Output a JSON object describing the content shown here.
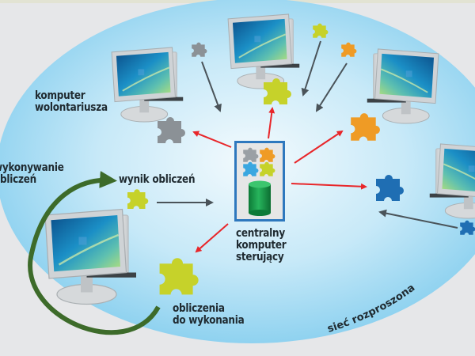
{
  "diagram": {
    "title": "Distributed computing (volunteer computing) scheme",
    "labels": {
      "volunteer_computer": [
        "komputer",
        "wolontariusza"
      ],
      "performing_computations": [
        "wykonywanie",
        "obliczeń"
      ],
      "computation_result": "wynik obliczeń",
      "central_computer": [
        "centralny",
        "komputer",
        "sterujący"
      ],
      "computations_to_do": [
        "obliczenia",
        "do wykonania"
      ],
      "distributed_network": "sieć rozproszona"
    },
    "nodes": [
      {
        "id": "central",
        "type": "server",
        "label": "centralny komputer sterujący"
      },
      {
        "id": "pc-top-left",
        "type": "volunteer-pc",
        "piece_color": "#8b9196"
      },
      {
        "id": "pc-top-center",
        "type": "volunteer-pc",
        "piece_color": "#c6d22a"
      },
      {
        "id": "pc-top-right",
        "type": "volunteer-pc",
        "piece_color": "#ef9b25"
      },
      {
        "id": "pc-right",
        "type": "volunteer-pc",
        "piece_color": "#1f6eb3"
      },
      {
        "id": "pc-bottom-left",
        "type": "volunteer-pc",
        "piece_color": "#c6d22a"
      }
    ],
    "arrows": {
      "outgoing_color": "#e8262a",
      "returning_color": "#4a5359",
      "cycle_color": "#3d6b2a"
    },
    "colors": {
      "network_ellipse": "#8fd3f0",
      "background": "#e6e7e9",
      "server_border": "#2e78be",
      "database": "#129a4a"
    }
  }
}
